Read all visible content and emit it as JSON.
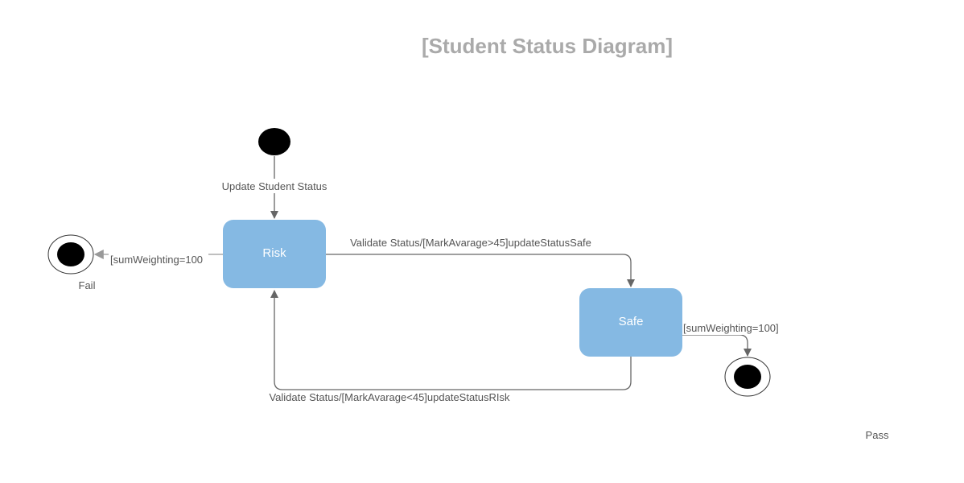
{
  "title": "[Student Status Diagram]",
  "states": {
    "risk": {
      "label": "Risk"
    },
    "safe": {
      "label": "Safe"
    }
  },
  "transitions": {
    "initial_to_risk": "Update Student Status",
    "risk_to_safe": "Validate Status/[MarkAvarage>45]updateStatusSafe",
    "safe_to_risk": "Validate Status/[MarkAvarage<45]updateStatusRIsk",
    "risk_to_fail": "[sumWeighting=100",
    "safe_to_pass": "[sumWeighting=100]"
  },
  "final_states": {
    "fail": "Fail",
    "pass": "Pass"
  },
  "colors": {
    "state_fill": "#85b9e3",
    "line": "#666666",
    "title": "#aaaaaa"
  }
}
